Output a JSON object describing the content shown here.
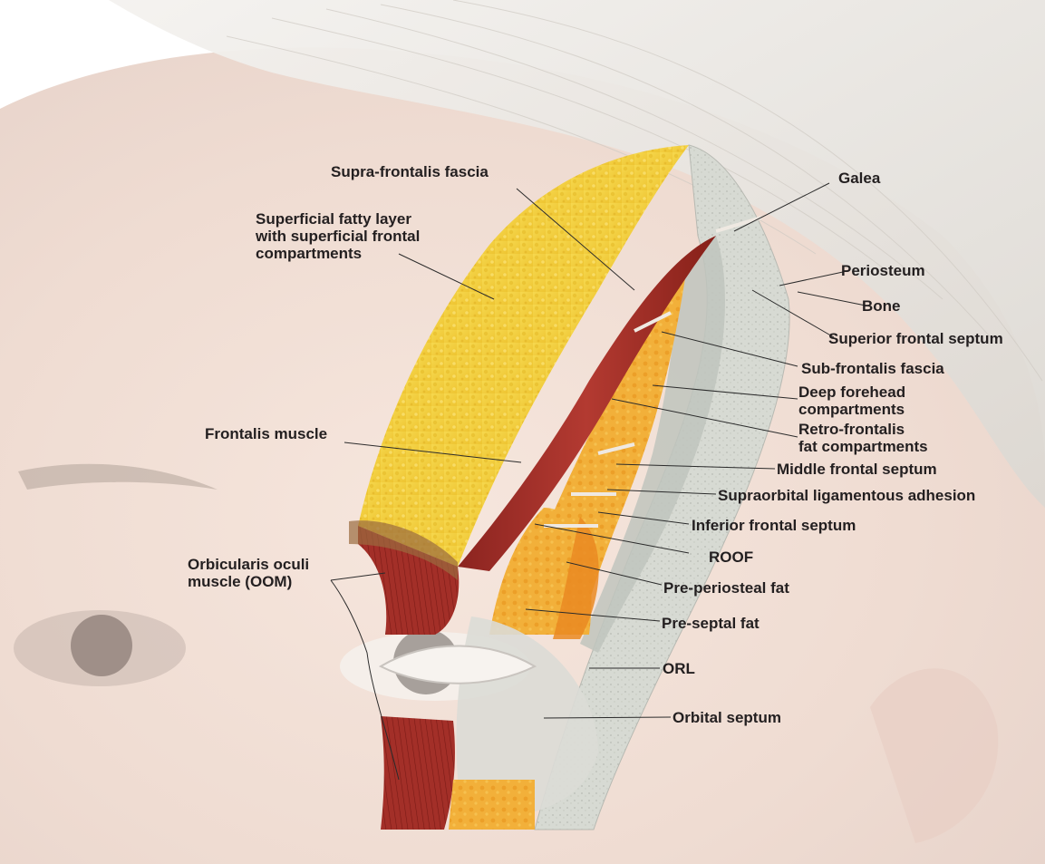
{
  "labels": {
    "supra_frontalis_fascia": "Supra-frontalis fascia",
    "superficial_fatty_layer": "Superficial fatty layer\nwith superficial frontal\ncompartments",
    "galea": "Galea",
    "periosteum": "Periosteum",
    "bone": "Bone",
    "superior_frontal_septum": "Superior frontal septum",
    "sub_frontalis_fascia": "Sub-frontalis fascia",
    "deep_forehead_compartments": "Deep forehead\ncompartments",
    "retro_frontalis_fat": "Retro-frontalis\nfat compartments",
    "frontalis_muscle": "Frontalis muscle",
    "middle_frontal_septum": "Middle frontal septum",
    "supraorbital_adhesion": "Supraorbital ligamentous adhesion",
    "inferior_frontal_septum": "Inferior frontal septum",
    "roof": "ROOF",
    "orbicularis_oculi": "Orbicularis oculi\nmuscle (OOM)",
    "pre_periosteal_fat": "Pre-periosteal fat",
    "pre_septal_fat": "Pre-septal fat",
    "orl": "ORL",
    "orbital_septum": "Orbital septum"
  },
  "colors": {
    "fat_yellow": "#f2cf3f",
    "deep_fat_orange": "#f0a52a",
    "muscle_red": "#9e2b25",
    "bone_grey": "#d9d9d2",
    "skin": "#f0ddd3",
    "hair": "#e6e3de",
    "leader_line": "#2b2b2b"
  }
}
